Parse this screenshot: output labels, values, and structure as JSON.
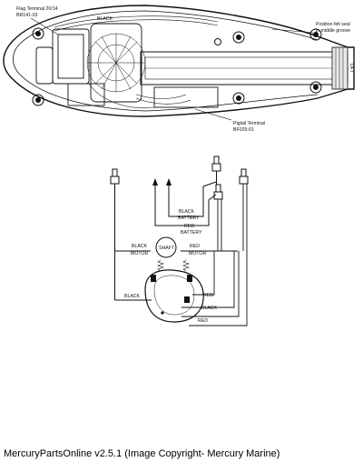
{
  "top_view": {
    "flag_terminal_label": "Flag Terminal 20/14",
    "flag_terminal_part": "BR141-03",
    "pigtail_terminal_label": "Pigtail Terminal",
    "pigtail_terminal_part": "BF029-01",
    "felt_seal_note_line1": "Position felt seal",
    "felt_seal_note_line2": "in middle groove",
    "black_wire": "BLACK",
    "end_mark": "DFT"
  },
  "schematic": {
    "black_battery": "BLACK",
    "battery_1": "BATTERY",
    "red_battery": "RED",
    "battery_2": "BATTERY",
    "black_motor": "BLACK",
    "motor_1": "MOTOR",
    "red_motor": "RED",
    "motor_2": "MOTOR",
    "shaft": "SHAFT",
    "black_left": "BLACK",
    "black_right": "BLACK",
    "red_top": "RED",
    "red_bottom": "RED"
  },
  "footer": {
    "caption": "MercuryPartsOnline v2.5.1 (Image Copyright- Mercury Marine)"
  }
}
